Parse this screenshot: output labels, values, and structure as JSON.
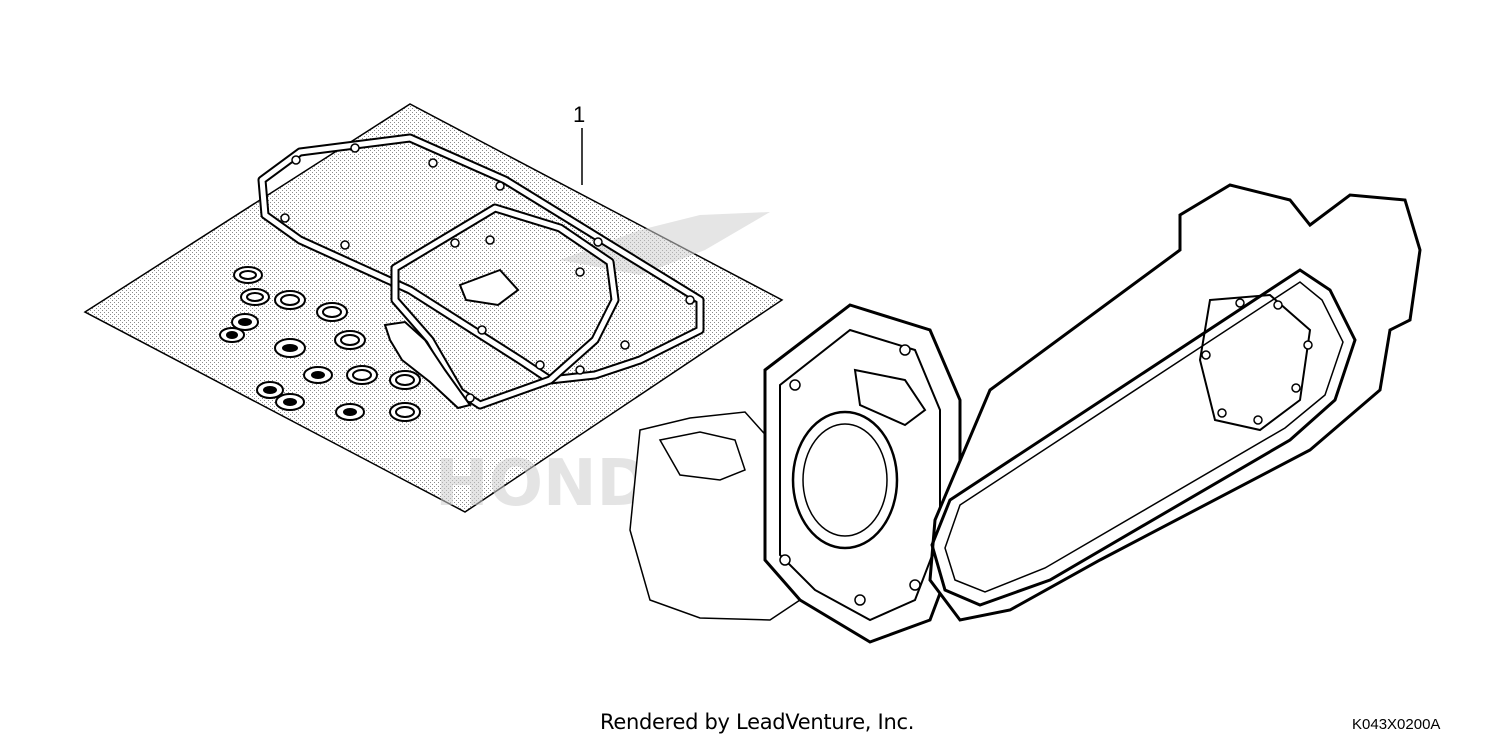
{
  "diagram": {
    "callouts": [
      {
        "label": "1"
      }
    ],
    "watermark_text": "HONDA"
  },
  "footer": {
    "credit": "Rendered by LeadVenture, Inc.",
    "diagram_code": "K043X0200A"
  },
  "colors": {
    "line": "#000000",
    "watermark": "#d0d0d0",
    "sheet_stipple": "#8a8a8a"
  }
}
